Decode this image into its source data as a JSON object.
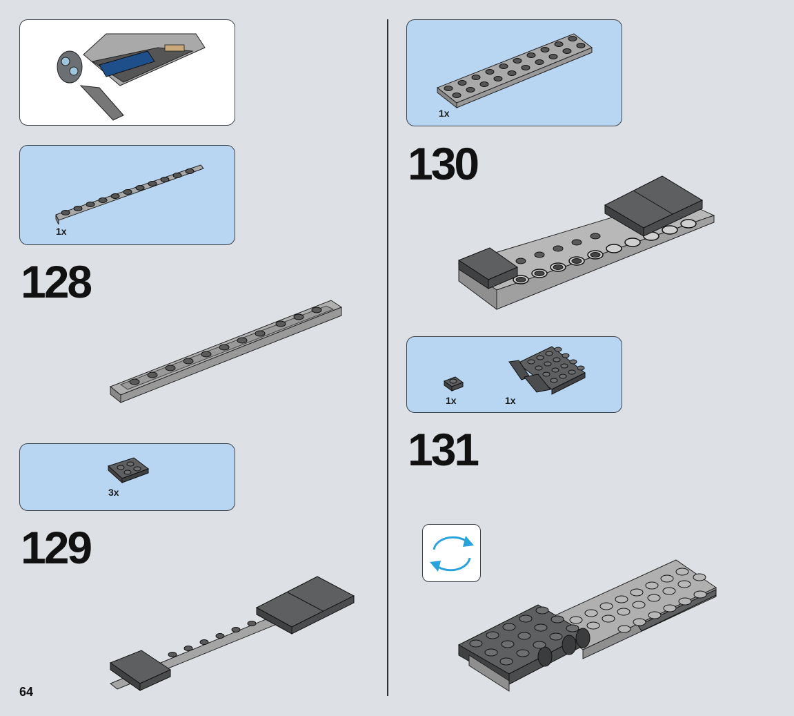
{
  "page_number": "64",
  "steps": [
    {
      "number": "128",
      "parts": [
        {
          "qty": "1x",
          "part": "plate-1x12-light-gray"
        }
      ]
    },
    {
      "number": "129",
      "parts": [
        {
          "qty": "3x",
          "part": "plate-2x2-dark-gray"
        }
      ]
    },
    {
      "number": "130",
      "parts": [
        {
          "qty": "1x",
          "part": "plate-2x10-light-gray"
        }
      ]
    },
    {
      "number": "131",
      "parts": [
        {
          "qty": "1x",
          "part": "plate-1x1-dark-gray"
        },
        {
          "qty": "1x",
          "part": "plate-4x4-with-clips-dark-gray"
        }
      ]
    }
  ],
  "icons": [
    "rotate-model-icon"
  ],
  "colors": {
    "background": "#dde1e6",
    "parts_box": "#b8d5f1",
    "light_gray_brick": "#a9a9a9",
    "dark_gray_brick": "#5d5f61",
    "rotate_arrow": "#2aa3dc"
  }
}
